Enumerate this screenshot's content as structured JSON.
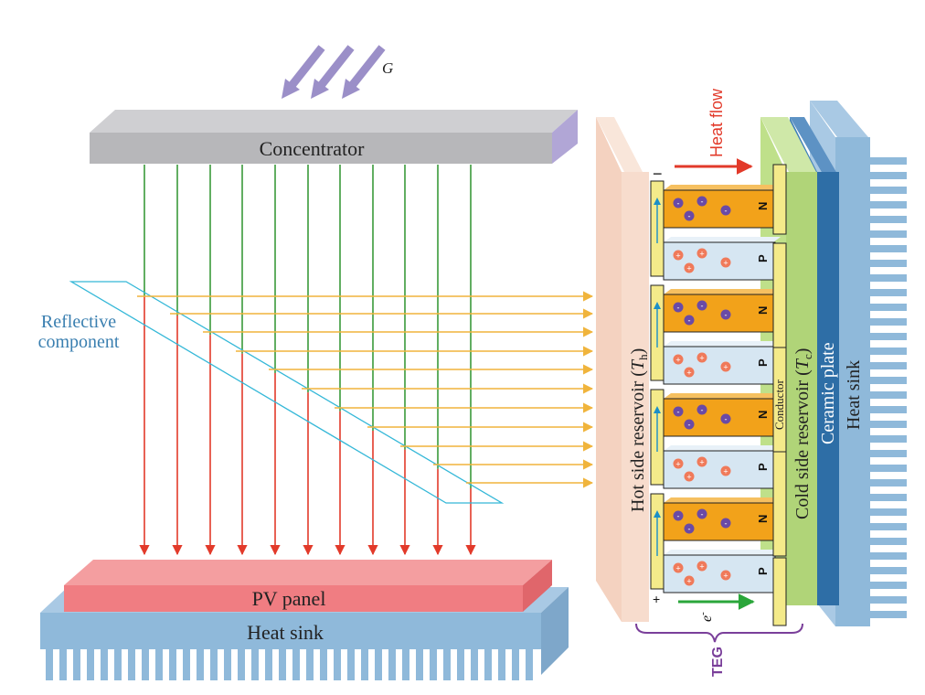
{
  "sun": {
    "label": "G"
  },
  "concentrator": {
    "label": "Concentrator"
  },
  "reflector": {
    "label_line1": "Reflective",
    "label_line2": "component"
  },
  "pv_panel": {
    "label": "PV panel"
  },
  "pv_heat_sink": {
    "label": "Heat sink"
  },
  "heat_flow": {
    "label": "Heat flow"
  },
  "hot_reservoir": {
    "label": "Hot side reservoir (",
    "sym": "T",
    "sub": "h",
    "close": ")"
  },
  "cold_reservoir": {
    "label": "Cold side reservoir (",
    "sym": "T",
    "sub": "c",
    "close": ")"
  },
  "ceramic_plate": {
    "label": "Ceramic plate"
  },
  "teg_heat_sink": {
    "label": "Heat sink"
  },
  "conductor": {
    "label": "Conductor"
  },
  "teg": {
    "label": "TEG"
  },
  "electron": {
    "label": "e",
    "sup": "-"
  },
  "terminals": {
    "negative": "−",
    "positive": "+"
  },
  "legs": [
    {
      "type": "N"
    },
    {
      "type": "P"
    },
    {
      "type": "N"
    },
    {
      "type": "P"
    },
    {
      "type": "N"
    },
    {
      "type": "P"
    },
    {
      "type": "N"
    },
    {
      "type": "P"
    }
  ],
  "charges": {
    "electron_sign": "-",
    "hole_sign": "+"
  },
  "colors": {
    "light_ray": "#3a9a3a",
    "heat_ray": "#e23a2a",
    "reflected_ray": "#f0b43c",
    "sun_arrow": "#9b8fc8",
    "n_leg": "#f2a21a",
    "p_leg": "#d6e6f2",
    "hot_reservoir": "#f7dccd",
    "cold_reservoir": "#bfe08a",
    "ceramic_plate": "#2e6ea6",
    "heat_sink": "#8fb9da",
    "pv_panel": "#f07d82",
    "teg_bracket": "#7a3f9a",
    "reflector_outline": "#35b8d8"
  }
}
